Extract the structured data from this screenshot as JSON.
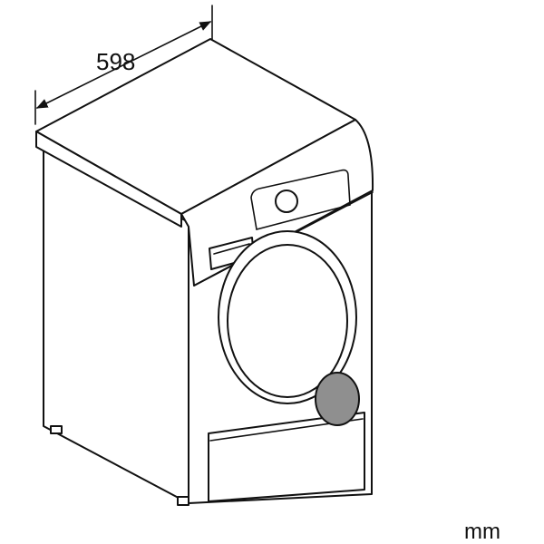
{
  "dimension": {
    "width_value": "598"
  },
  "unit": {
    "label": "mm"
  },
  "colors": {
    "line": "#111111",
    "background": "#ffffff",
    "vent_fill": "#8f8f8f"
  },
  "icons": {
    "appliance": "tumble-dryer-outline",
    "dimension": "dimension-arrow"
  }
}
